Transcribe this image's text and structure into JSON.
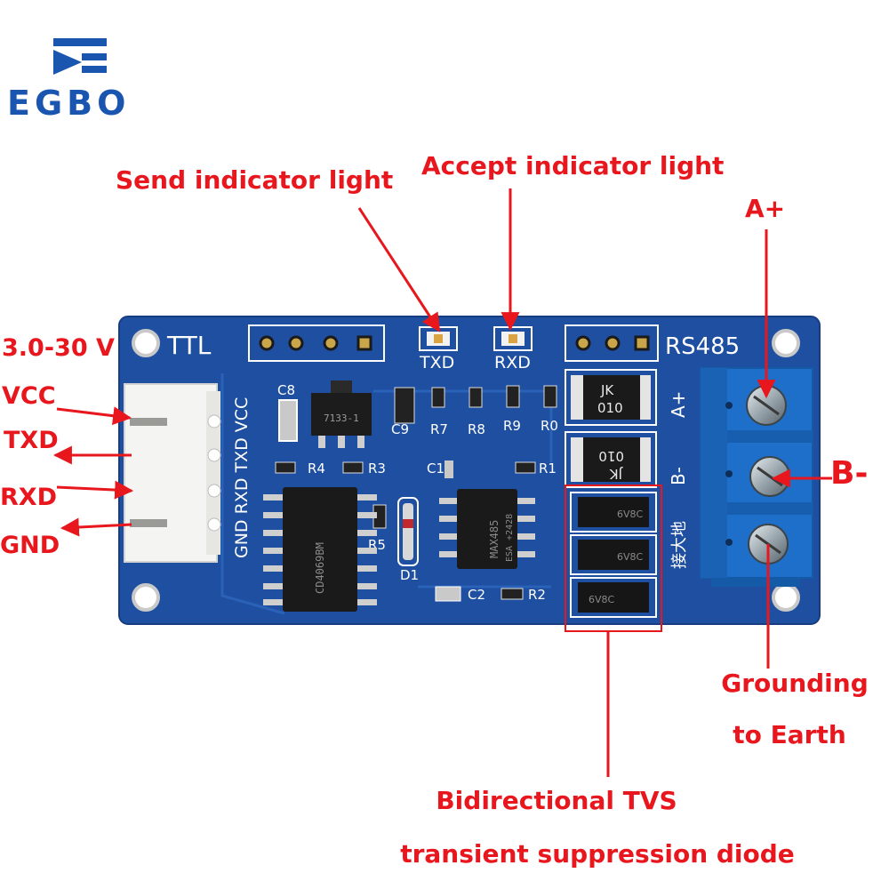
{
  "brand": {
    "logo_text": "EGBO",
    "logo_color": "#1a56b0"
  },
  "annotations": {
    "send_indicator": "Send indicator light",
    "accept_indicator": "Accept indicator light",
    "a_plus": "A+",
    "b_minus": "B-",
    "grounding_line1": "Grounding",
    "grounding_line2": "to Earth",
    "tvs_line1": "Bidirectional TVS",
    "tvs_line2": "transient suppression diode",
    "voltage": "3.0-30 V",
    "vcc": "VCC",
    "txd": "TXD",
    "rxd": "RXD",
    "gnd": "GND",
    "label_color": "#e8171e"
  },
  "board": {
    "pcb_color": "#1f4fa0",
    "ttl_label": "TTL",
    "rs485_label": "RS485",
    "txd_label": "TXD",
    "rxd_label": "RXD",
    "pin_labels": "GND RXD TXD VCC",
    "a_plus_label": "A+",
    "b_minus_label": "B-",
    "ground_label": "接大地",
    "resistor_jk": "JK",
    "resistor_value": "010",
    "ic_main": "MAX485",
    "ic_main_sub": "ESA +2428",
    "ic_logic": "CD4069BM",
    "regulator": "7133-1",
    "ref_c8": "C8",
    "ref_c9": "C9",
    "ref_r7": "R7",
    "ref_r8": "R8",
    "ref_r9": "R9",
    "ref_r0": "R0",
    "ref_r4": "R4",
    "ref_r3": "R3",
    "ref_c1": "C1",
    "ref_r1": "R1",
    "ref_r5": "R5",
    "ref_d1": "D1",
    "ref_c2": "C2",
    "ref_r2": "R2",
    "tvs_mark": "6V8C"
  }
}
